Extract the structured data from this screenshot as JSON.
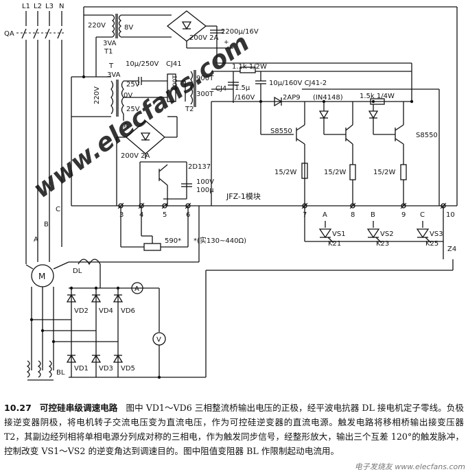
{
  "labels": {
    "phases": [
      "L1",
      "L2",
      "L3",
      "N"
    ],
    "QA": "QA",
    "A": "A",
    "B": "B",
    "C": "C",
    "transformer_T1_v1": "220V",
    "transformer_T1_v2": "8V",
    "T1": "T1",
    "T1_va": "3VA",
    "bridge_top": "200V 2A",
    "cap_top": "2200μ/16V",
    "T": "T",
    "T_va": "3VA",
    "cap_10u250": "10μ/250V",
    "CJ41": "CJ41",
    "res_1k1": "1.1k 1/2W",
    "T_25a": "25V",
    "T_0": "0V",
    "T_25b": "25V",
    "T_220": "220V",
    "T2_100a": "100T",
    "T2_900": "900T",
    "T2_300": "300T",
    "T2": "T2",
    "CJ4": "CJ4",
    "cap_15u": "1.5μ",
    "cap_15u_v": "/160V",
    "cap_10u160": "10μ/160V CJ41-2",
    "diode_2AP9": "2AP9",
    "IN4148": "(IN4148)",
    "res_15k": "1.5k 1/4W",
    "S8550_left": "S8550",
    "S8550_right": "S8550",
    "bridge_mid": "200V 2A",
    "2D137": "2D137",
    "cap_100v": "100V",
    "cap_100u": "100μ",
    "res_15_1": "15/2W",
    "res_15_2": "15/2W",
    "res_15_3": "15/2W",
    "module": "JFZ-1模块",
    "terms": [
      "3",
      "4",
      "5",
      "6",
      "7",
      "8",
      "9",
      "10"
    ],
    "vs_abc": [
      "A",
      "B",
      "C"
    ],
    "vs": [
      "VS1",
      "VS2",
      "VS3"
    ],
    "k": [
      "K21",
      "K23",
      "K25"
    ],
    "Z4": "Z4",
    "pot": "590*",
    "pot_note": "*(实130~440Ω)",
    "DL": "DL",
    "meter_A": "A",
    "meter_V": "V",
    "VD_top": [
      "VD2",
      "VD4",
      "VD6"
    ],
    "VD_bot": [
      "VD1",
      "VD3",
      "VD5"
    ],
    "BL": "BL",
    "watermark": "www.elecfans.com"
  },
  "caption": {
    "number": "10.27",
    "title": "可控硅串级调速电路",
    "text": "图中 VD1～VD6 三相整流桥输出电压的正极，经平波电抗器 DL 接电机定子零线。负极接逆变器阴极，将电机转子交流电压变为直流电压，作为可控硅逆变器的直流电源。触发电路将移相桥输出接变压器 T2，其副边经列相将单相电源分列成对称的三相电，作为触发同步信号，经整形放大，输出三个互差 120°的触发脉冲，控制改变 VS1～VS2 的逆变角达到调速目的。图中阻值变阻器 BL 作限制起动电流用。"
  },
  "badge": "电子发烧友 www.elecfans.com"
}
